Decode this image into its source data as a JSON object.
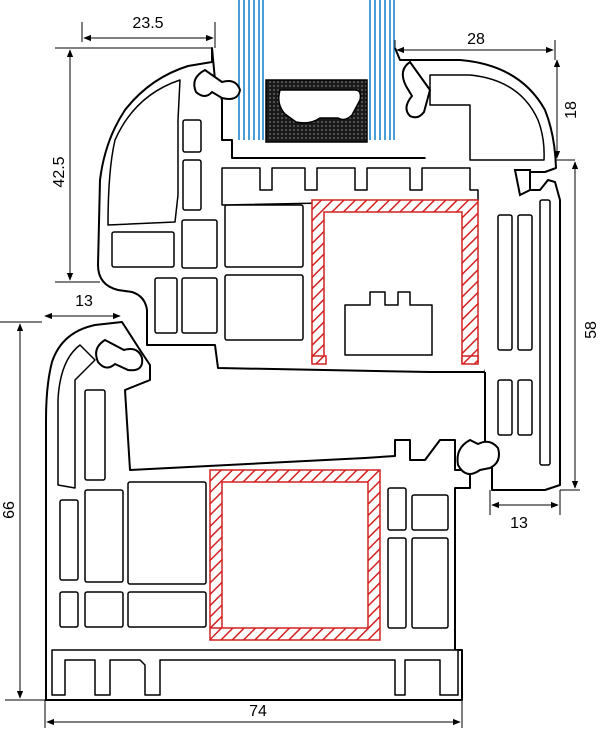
{
  "diagram": {
    "dimensions": {
      "top_left_width": "23.5",
      "top_right_width": "28",
      "right_top_height": "18",
      "left_upper_height": "42.5",
      "left_offset": "13",
      "right_height": "58",
      "left_height": "66",
      "right_offset": "13",
      "total_width": "74"
    },
    "colors": {
      "profile_stroke": "#000000",
      "steel_reinforcement": "#d42020",
      "glass_lines": "#4a9fd8",
      "gasket": "#1a1a1a",
      "background": "#ffffff"
    }
  }
}
